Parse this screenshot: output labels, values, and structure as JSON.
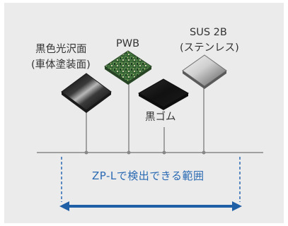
{
  "labels": {
    "black_glossy_line1": "黒色光沢面",
    "black_glossy_line2": "(車体塗装面)",
    "pwb": "PWB",
    "sus_line1": "SUS 2B",
    "sus_line2": "(ステンレス)",
    "black_rubber": "黒ゴム"
  },
  "range": {
    "label": "ZP-Lで検出できる範囲"
  },
  "colors": {
    "background": "#ebebeb",
    "axis_line": "#888888",
    "range_dashes": "#2a6ab3",
    "range_arrow": "#1f5fa6",
    "text": "#333333"
  }
}
